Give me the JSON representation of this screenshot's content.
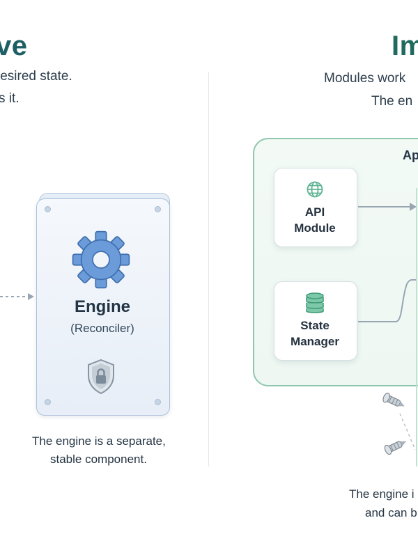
{
  "left": {
    "heading": "ve",
    "line1": "lesired state.",
    "line2": "s it.",
    "engine": {
      "title": "Engine",
      "subtitle": "(Reconciler)",
      "gear_icon": "gear-icon",
      "shield_icon": "shield-lock-icon"
    },
    "caption_line1": "The engine is a separate,",
    "caption_line2": "stable component."
  },
  "right": {
    "heading": "Im",
    "line1": "Modules work",
    "line2": "The en",
    "panel_label": "Ap",
    "modules": [
      {
        "line1": "API",
        "line2": "Module",
        "icon": "globe-icon"
      },
      {
        "line1": "State",
        "line2": "Manager",
        "icon": "database-icon"
      }
    ],
    "caption_line1": "The engine i",
    "caption_line2": "and can b"
  },
  "colors": {
    "heading_left": "#1e5f66",
    "heading_right": "#1f6a5d",
    "engine_blue": "#5b8fd1",
    "panel_green": "#8fc7ad",
    "module_green": "#5db494"
  }
}
